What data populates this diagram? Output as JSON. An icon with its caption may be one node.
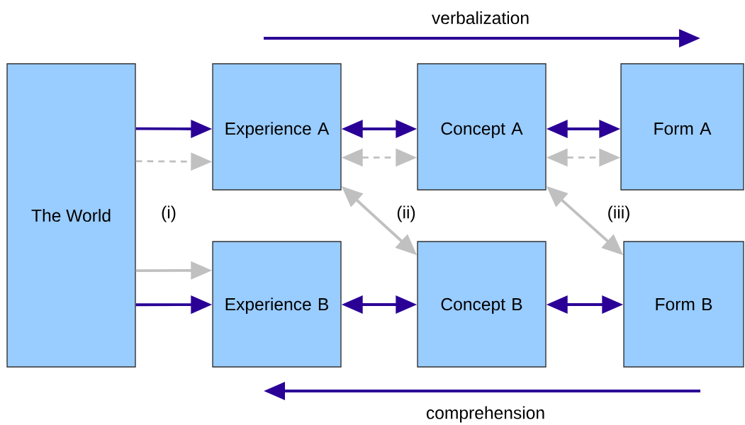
{
  "diagram": {
    "nodes": [
      {
        "text": [
          "The World"
        ]
      },
      {
        "text": [
          "Experience A"
        ]
      },
      {
        "text": [
          "Concept A"
        ]
      },
      {
        "text": [
          "Form A"
        ]
      },
      {
        "text": [
          "Experience B"
        ]
      },
      {
        "text": [
          "Concept B"
        ]
      },
      {
        "text": [
          "Form B"
        ]
      }
    ],
    "edges": [
      {
        "from": 0,
        "to": 1,
        "arrow": "to"
      },
      {
        "from": 0,
        "to": 1,
        "arrow": "to",
        "style": "dashed",
        "color": "#c0c0c0"
      },
      {
        "from": 1,
        "to": 2,
        "arrow": "both"
      },
      {
        "from": 1,
        "to": 2,
        "arrow": "both",
        "style": "dashed",
        "color": "#c0c0c0"
      },
      {
        "from": 2,
        "to": 3,
        "arrow": "both"
      },
      {
        "from": 2,
        "to": 3,
        "arrow": "both",
        "style": "dashed",
        "color": "#c0c0c0"
      },
      {
        "from": 1,
        "to": 5,
        "arrow": "both",
        "color": "#c0c0c0"
      },
      {
        "from": 2,
        "to": 6,
        "arrow": "both",
        "color": "#c0c0c0"
      },
      {
        "from": 0,
        "to": 4,
        "arrow": "to",
        "color": "#c0c0c0"
      },
      {
        "from": 0,
        "to": 4,
        "arrow": "to"
      },
      {
        "from": 4,
        "to": 5,
        "arrow": "both"
      },
      {
        "from": 5,
        "to": 6,
        "arrow": "both"
      }
    ],
    "labels": [
      "verbalization",
      "(i)",
      "(ii)",
      "(iii)",
      "comprehension"
    ]
  }
}
